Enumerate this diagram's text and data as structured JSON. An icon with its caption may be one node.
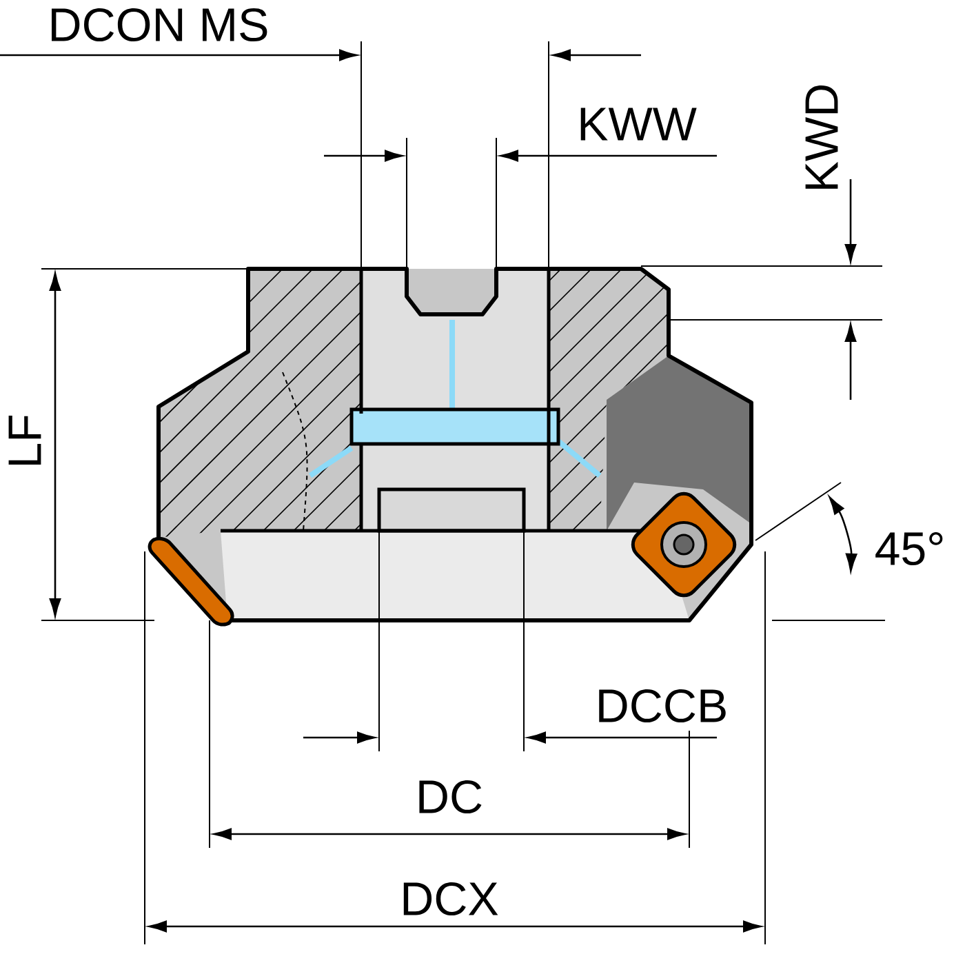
{
  "diagram": {
    "labels": [
      "DCON MS",
      "KWW",
      "KWD",
      "LF",
      "45°",
      "DCCB",
      "DC",
      "DCX"
    ]
  }
}
